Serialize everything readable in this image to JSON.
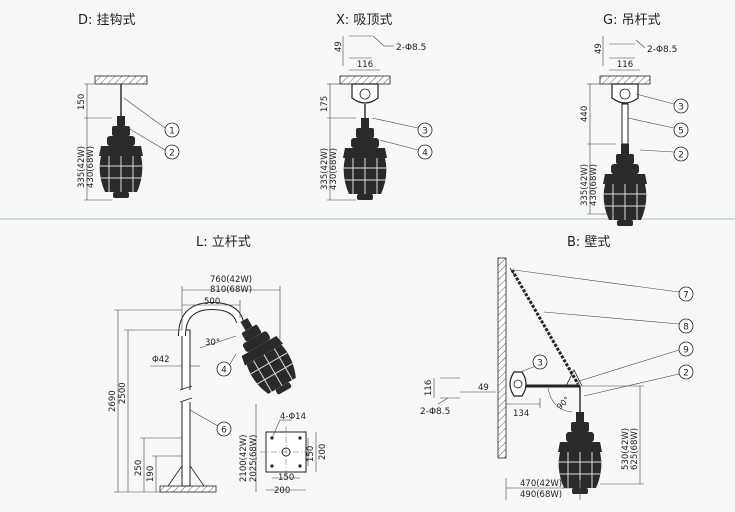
{
  "titles": {
    "D": "D: 挂钩式",
    "X": "X: 吸顶式",
    "G": "G: 吊杆式",
    "L": "L: 立杆式",
    "B": "B: 壁式"
  },
  "D": {
    "dim_150": "150",
    "dim_335": "335(42W)",
    "dim_430": "430(68W)",
    "c1": "1",
    "c2": "2"
  },
  "X": {
    "dim_49": "49",
    "dim_116": "116",
    "hole": "2-Φ8.5",
    "dim_175": "175",
    "dim_335": "335(42W)",
    "dim_430": "430(68W)",
    "c3": "3",
    "c4": "4"
  },
  "G": {
    "dim_49": "49",
    "dim_116": "116",
    "hole": "2-Φ8.5",
    "dim_440": "440",
    "dim_335": "335(42W)",
    "dim_430": "430(68W)",
    "c3": "3",
    "c5": "5",
    "c2": "2"
  },
  "L": {
    "dim_760": "760(42W)",
    "dim_810": "810(68W)",
    "dim_500": "500",
    "angle": "30°",
    "phi42": "Φ42",
    "dim_2690": "2690",
    "dim_2500": "2500",
    "dim_250": "250",
    "dim_190": "190",
    "dim_2100": "2100(42W)",
    "dim_2025": "2025(68W)",
    "hole": "4-Φ14",
    "dim_200": "200",
    "dim_150": "150",
    "c4": "4",
    "c6": "6"
  },
  "B": {
    "dim_116": "116",
    "dim_49": "49",
    "hole": "2-Φ8.5",
    "dim_134": "134",
    "angle": "90°",
    "dim_530": "530(42W)",
    "dim_625": "625(68W)",
    "dim_470": "470(42W)",
    "dim_490": "490(68W)",
    "c3": "3",
    "c7": "7",
    "c8": "8",
    "c9": "9",
    "c2": "2"
  }
}
